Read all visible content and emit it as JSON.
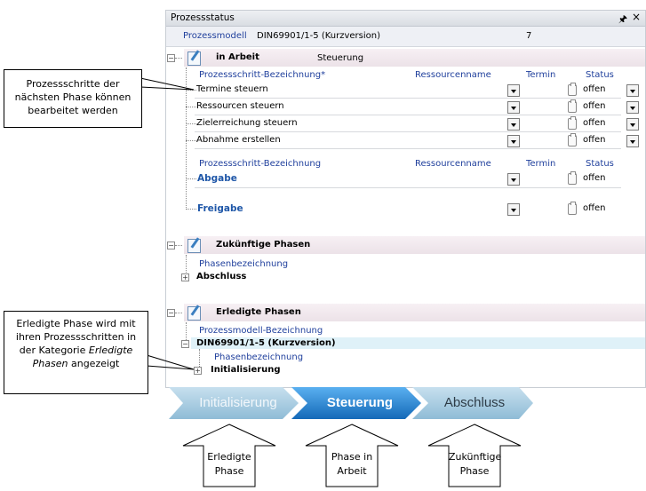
{
  "panel": {
    "title": "Prozessstatus",
    "pin_icon": "pin-icon",
    "close_icon": "close-icon",
    "model_label": "Prozessmodell",
    "model_value": "DIN69901/1-5 (Kurzversion)",
    "model_number": "7"
  },
  "in_arbeit": {
    "title": "in Arbeit",
    "phase": "Steuerung",
    "headers": {
      "step": "Prozessschritt-Bezeichnung*",
      "resource": "Ressourcenname",
      "date": "Termin",
      "status": "Status"
    },
    "steps": [
      {
        "name": "Termine steuern",
        "status": "offen"
      },
      {
        "name": "Ressourcen steuern",
        "status": "offen"
      },
      {
        "name": "Zielerreichung steuern",
        "status": "offen"
      },
      {
        "name": "Abnahme erstellen",
        "status": "offen"
      }
    ],
    "headers2": {
      "step": "Prozessschritt-Bezeichnung",
      "resource": "Ressourcenname",
      "date": "Termin",
      "status": "Status"
    },
    "milestones": [
      {
        "name": "Abgabe",
        "status": "offen"
      },
      {
        "name": "Freigabe",
        "status": "offen"
      }
    ]
  },
  "zukuenftige": {
    "title": "Zukünftige Phasen",
    "header": "Phasenbezeichnung",
    "item": "Abschluss"
  },
  "erledigte": {
    "title": "Erledigte Phasen",
    "header": "Prozessmodell-Bezeichnung",
    "model": "DIN69901/1-5 (Kurzversion)",
    "sub_header": "Phasenbezeichnung",
    "item": "Initialisierung"
  },
  "stepper": {
    "steps": [
      {
        "label": "Initialisierung",
        "state": "done",
        "color": "#a9cde0"
      },
      {
        "label": "Steuerung",
        "state": "active",
        "color": "#2f86cf"
      },
      {
        "label": "Abschluss",
        "state": "future",
        "color": "#a9cde0"
      }
    ]
  },
  "callouts": {
    "top": "Prozessschritte der nächsten Phase können bearbeitet werden",
    "bottom_prefix": "Erledigte Phase wird mit ihren Prozessschritten in der Kategorie",
    "bottom_italic": "Erledigte Phasen",
    "bottom_suffix": "angezeigt"
  },
  "arrows": {
    "done": "Erledigte Phase",
    "active": "Phase in Arbeit",
    "future": "Zukünftige Phase"
  }
}
